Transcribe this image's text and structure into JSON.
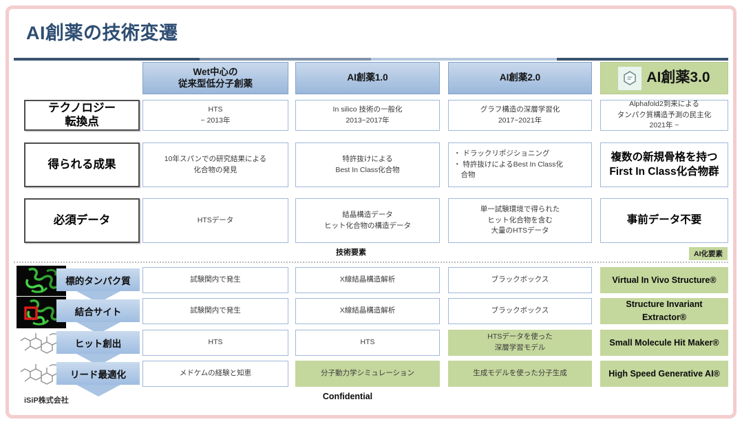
{
  "title": "AI創薬の技術変遷",
  "columns": [
    {
      "label": "Wet中心の\n従来型低分子創薬"
    },
    {
      "label": "AI創薬1.0"
    },
    {
      "label": "AI創薬2.0"
    },
    {
      "label": "AI創薬3.0"
    }
  ],
  "matrix_rows": [
    {
      "header": "テクノロジー\n転換点",
      "cells": [
        "HTS\n~ 2013年",
        "In silico 技術の一般化\n2013~2017年",
        "グラフ構造の深層学習化\n2017~2021年",
        "Alphafold2到来による\nタンパク質構造予測の民主化\n2021年 ~"
      ]
    },
    {
      "header": "得られる成果",
      "cells": [
        "10年スパンでの研究結果による\n化合物の発見",
        "特許抜けによる\nBest In Class化合物",
        "・ ドラックリポジショニング\n・ 特許抜けによるBest In Class化\n　合物",
        "複数の新規骨格を持つ\nFirst In Class化合物群"
      ]
    },
    {
      "header": "必須データ",
      "cells": [
        "HTSデータ",
        "結晶構造データ\nヒット化合物の構造データ",
        "単一試験環境で得られた\nヒット化合物を含む\n大量のHTSデータ",
        "事前データ不要"
      ]
    }
  ],
  "section_labels": {
    "technical": "技術要素",
    "ai": "AI化要素"
  },
  "process_rows": [
    {
      "label": "標的タンパク質",
      "icon": "protein-structure-icon",
      "cells": [
        {
          "text": "試験関内で発生"
        },
        {
          "text": "X線結晶構造解析"
        },
        {
          "text": "ブラックボックス"
        },
        {
          "text": "Virtual In Vivo Structure®"
        }
      ]
    },
    {
      "label": "結合サイト",
      "icon": "protein-binding-site-icon",
      "cells": [
        {
          "text": "試験関内で発生"
        },
        {
          "text": "X線結晶構造解析"
        },
        {
          "text": "ブラックボックス"
        },
        {
          "text": "Structure Invariant Extractor®"
        }
      ]
    },
    {
      "label": "ヒット創出",
      "icon": "molecule-structure-icon",
      "cells": [
        {
          "text": "HTS"
        },
        {
          "text": "HTS"
        },
        {
          "text": "HTSデータを使った\n深層学習モデル"
        },
        {
          "text": "Small Molecule Hit Maker®"
        }
      ]
    },
    {
      "label": "リード最適化",
      "icon": "molecule-structure-icon",
      "cells": [
        {
          "text": "メドケムの経験と知恵"
        },
        {
          "text": "分子動力学シミュレーション"
        },
        {
          "text": "生成モデルを使った分子生成"
        },
        {
          "text": "High Speed Generative AI®"
        }
      ]
    }
  ],
  "footer": {
    "company": "iSiP株式会社",
    "confidential": "Confidential"
  },
  "colors": {
    "accent_green": "#c4d79d",
    "header_blue": "#9ab7db",
    "title_navy": "#2e4d72",
    "frame_pink": "#f4cdcd"
  },
  "icons": {
    "hexagon-logo-icon": "hexagon outline logo in mint square",
    "protein-structure-icon": "green protein ribbon on black",
    "protein-binding-site-icon": "green protein ribbon on black with red box highlight",
    "molecule-structure-icon": "gray skeletal molecule drawing"
  }
}
